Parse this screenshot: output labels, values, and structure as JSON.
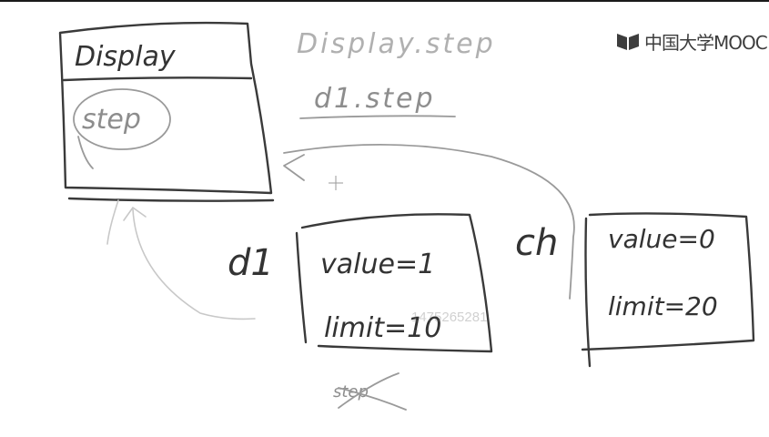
{
  "class_box": {
    "name": "Display",
    "member": "step"
  },
  "notes": {
    "line1": "Display.step",
    "line2": "d1.step"
  },
  "objects": [
    {
      "label": "d1",
      "field1": "value=1",
      "field2": "limit=10",
      "struck": "step"
    },
    {
      "label": "ch",
      "field1": "value=0",
      "field2": "limit=20"
    }
  ],
  "logo": {
    "text": "中国大学MOOC"
  },
  "watermark": {
    "text": "1475265281"
  },
  "icons": {
    "logo": "book-icon",
    "cursor": "crosshair-icon"
  }
}
